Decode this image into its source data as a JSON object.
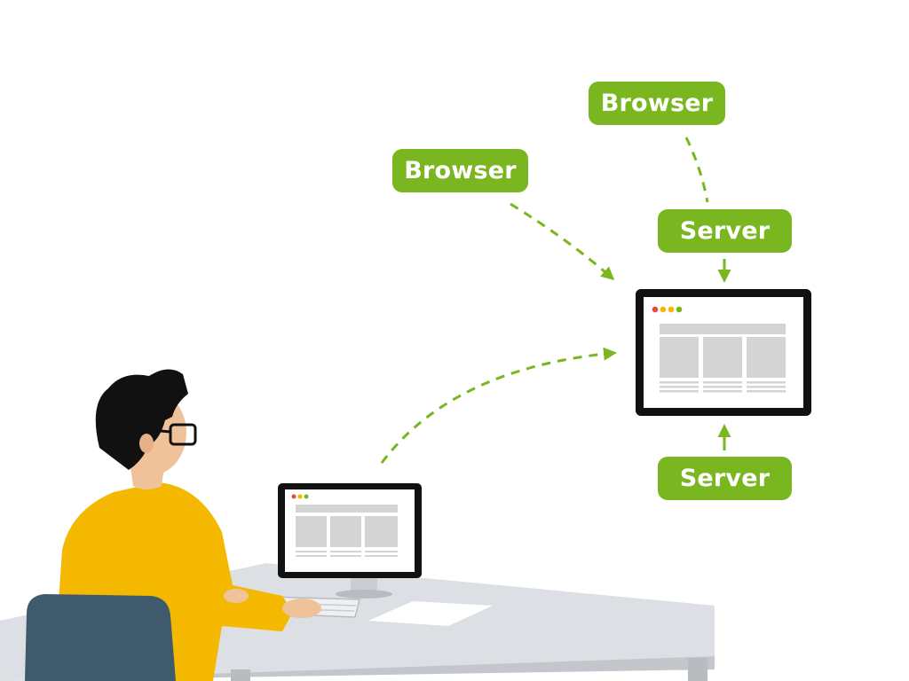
{
  "diagram": {
    "nodes": {
      "browser_top": "Browser",
      "browser_left": "Browser",
      "server_top": "Server",
      "server_bottom": "Server"
    }
  },
  "colors": {
    "accent_green": "#7ab61f",
    "shirt_yellow": "#f5b800",
    "chair_blue": "#3f5a6b",
    "desk_gray": "#d9dce0",
    "monitor_black": "#111111",
    "placeholder_gray": "#d4d4d4"
  },
  "browser_window_dots": [
    "#e84b3c",
    "#f5b800",
    "#7ab61f"
  ],
  "icons": [
    "user-figure",
    "laptop-icon",
    "monitor-icon",
    "keyboard-icon",
    "chair-icon",
    "desk-icon"
  ]
}
